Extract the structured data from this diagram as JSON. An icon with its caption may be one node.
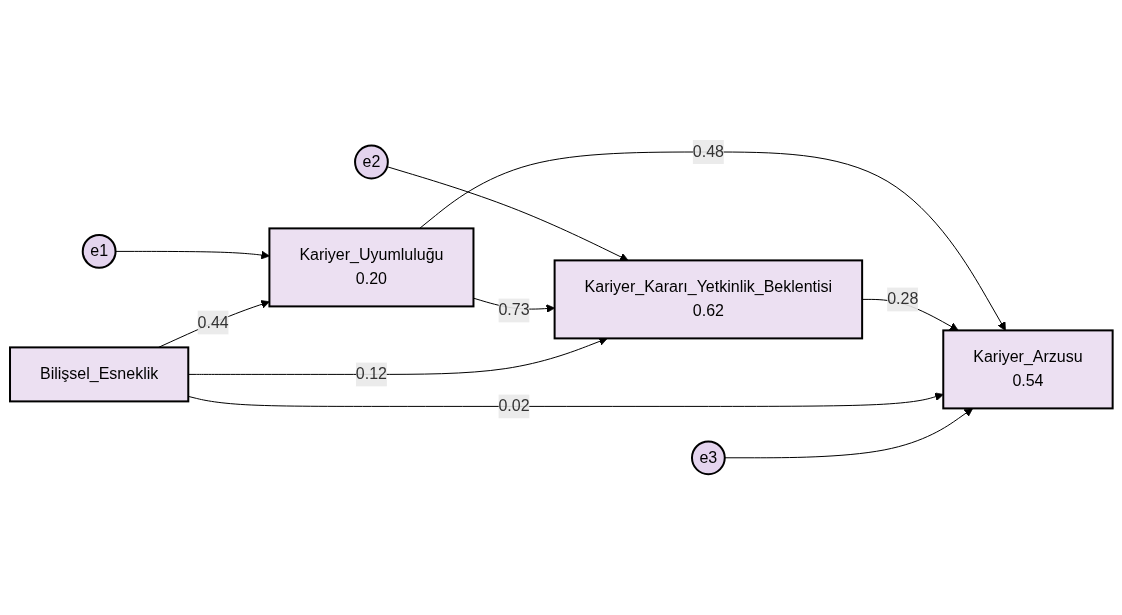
{
  "diagram": {
    "nodes": [
      {
        "text": [
          "e1"
        ]
      },
      {
        "text": [
          "e2"
        ]
      },
      {
        "text": [
          "Kariyer_Uyumluluğu",
          "0.20"
        ]
      },
      {
        "text": [
          "Kariyer_Kararı_Yetkinlik_Beklentisi",
          "0.62"
        ]
      },
      {
        "text": [
          "Bilişsel_Esneklik"
        ]
      },
      {
        "text": [
          "Kariyer_Arzusu",
          "0.54"
        ]
      },
      {
        "text": [
          "e3"
        ]
      }
    ],
    "edges": [
      {
        "from": 0,
        "to": 2,
        "arrow": "to"
      },
      {
        "from": 1,
        "to": 3,
        "arrow": "to"
      },
      {
        "from": 2,
        "to": 3,
        "arrow": "to",
        "label": "0.73"
      },
      {
        "from": 4,
        "to": 2,
        "arrow": "to",
        "label": "0.44"
      },
      {
        "from": 4,
        "to": 3,
        "arrow": "to",
        "label": "0.12"
      },
      {
        "from": 2,
        "to": 5,
        "arrow": "to",
        "label": "0.48"
      },
      {
        "from": 3,
        "to": 5,
        "arrow": "to",
        "label": "0.28"
      },
      {
        "from": 4,
        "to": 5,
        "arrow": "to",
        "label": "0.02"
      },
      {
        "from": 6,
        "to": 5,
        "arrow": "to"
      }
    ]
  }
}
